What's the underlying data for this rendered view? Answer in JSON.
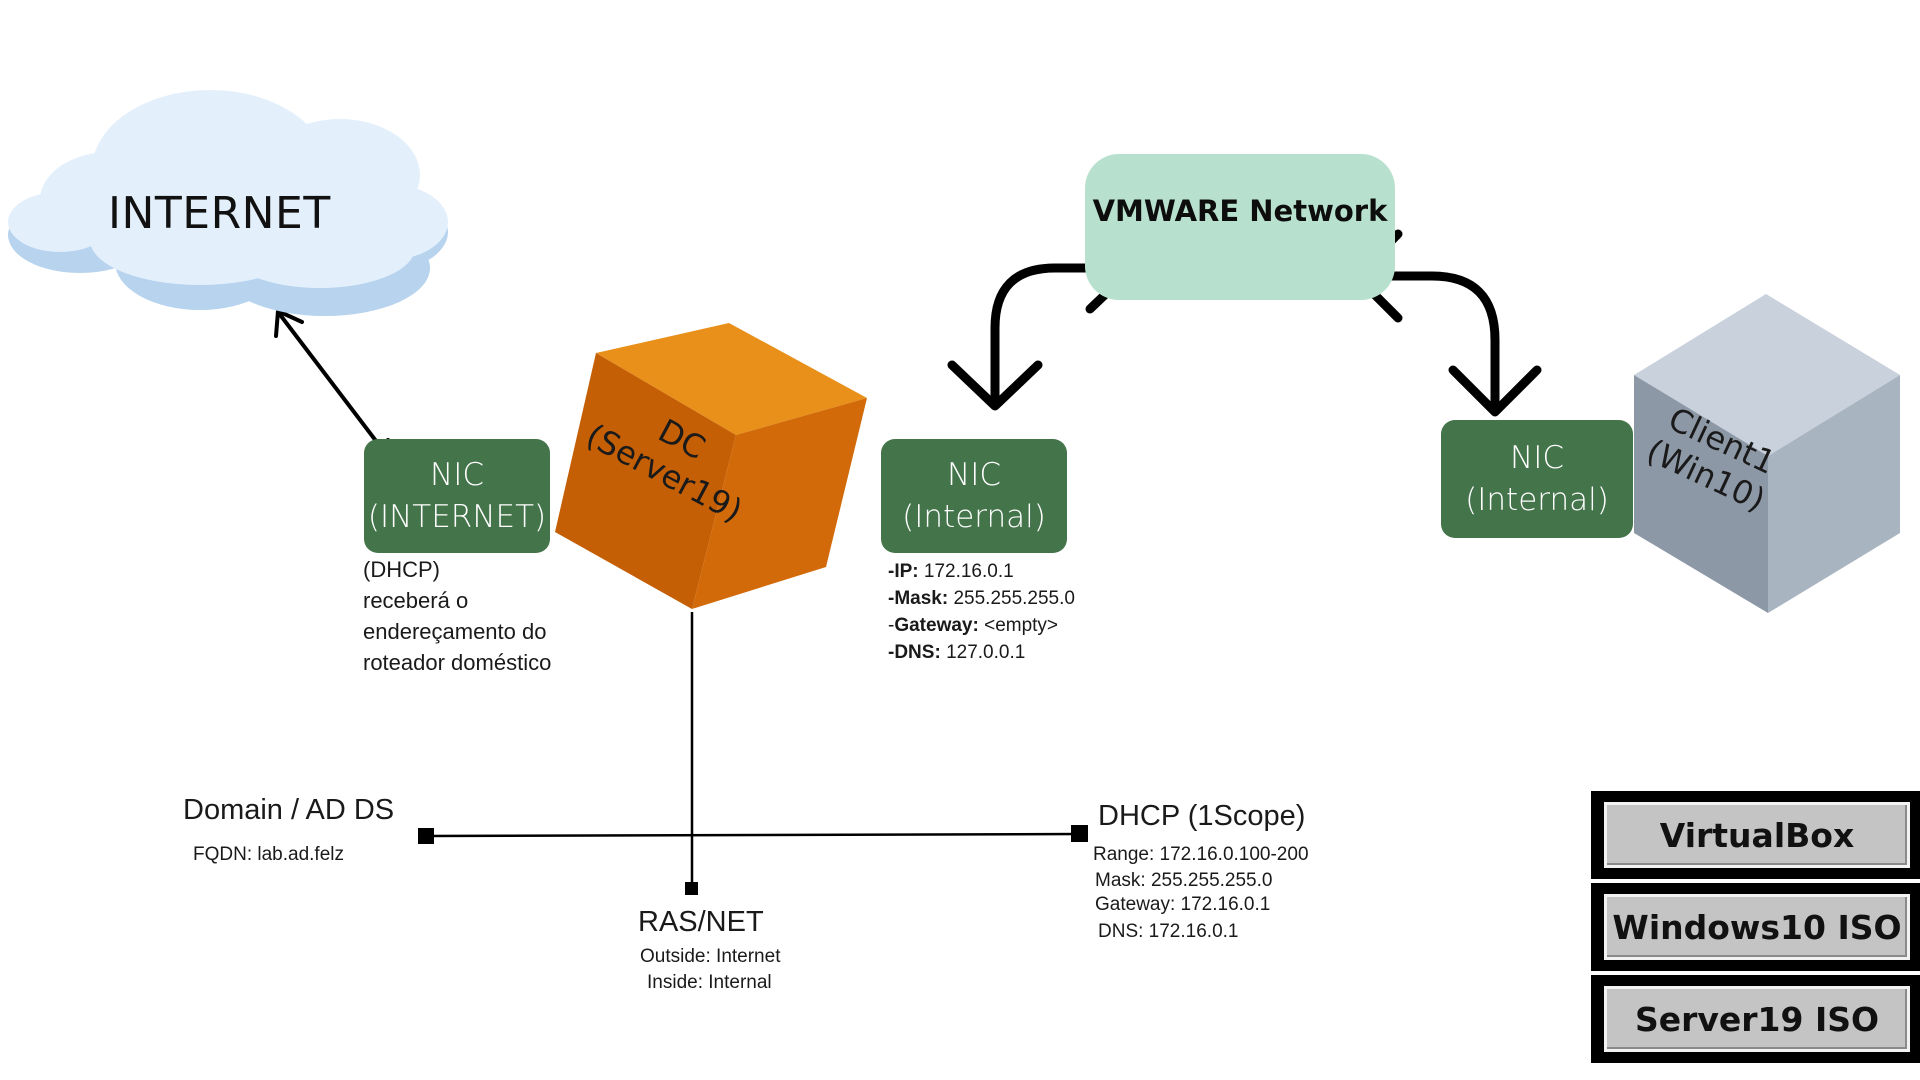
{
  "nodes": {
    "internet": {
      "label": "INTERNET"
    },
    "vmware_network": {
      "label": "VMWARE Network"
    },
    "dc": {
      "line1": "DC",
      "line2": "(Server19)"
    },
    "client": {
      "line1": "Client1",
      "line2": "(Win10)"
    }
  },
  "nics": {
    "internet_nic": {
      "line1": "NIC",
      "line2": "(INTERNET)"
    },
    "dc_internal_nic": {
      "line1": "NIC",
      "line2": "(Internal)"
    },
    "client_internal_nic": {
      "line1": "NIC",
      "line2": "(Internal)"
    }
  },
  "dhcp_note": {
    "lines": [
      "(DHCP)",
      "receberá o",
      "endereçamento do",
      "roteador doméstico"
    ]
  },
  "internal_config": {
    "ip_label": "-IP:",
    "ip_value": "172.16.0.1",
    "mask_label": "-Mask:",
    "mask_value": "255.255.255.0",
    "gateway_prefix": "-",
    "gateway_label": "Gateway:",
    "gateway_value": "<empty>",
    "dns_label": "-DNS:",
    "dns_value": "127.0.0.1"
  },
  "roles": {
    "domain": {
      "title": "Domain / AD DS",
      "fqdn": "FQDN:  lab.ad.felz"
    },
    "ras": {
      "title": "RAS/NET",
      "outside": "Outside: Internet",
      "inside": "Inside: Internal"
    },
    "dhcp": {
      "title": "DHCP (1Scope)",
      "range": "Range: 172.16.0.100-200",
      "mask": "Mask: 255.255.255.0",
      "gateway": "Gateway:  172.16.0.1",
      "dns": "DNS: 172.16.0.1"
    }
  },
  "stack": [
    "VirtualBox",
    "Windows10 ISO",
    "Server19 ISO"
  ],
  "colors": {
    "nic_green": "#43744a",
    "vmware_mint": "#b7e1ce",
    "dc_orange": "#d9720f",
    "client_gray": "#a7b2bf",
    "cloud_blue": "#d6e9f8"
  }
}
